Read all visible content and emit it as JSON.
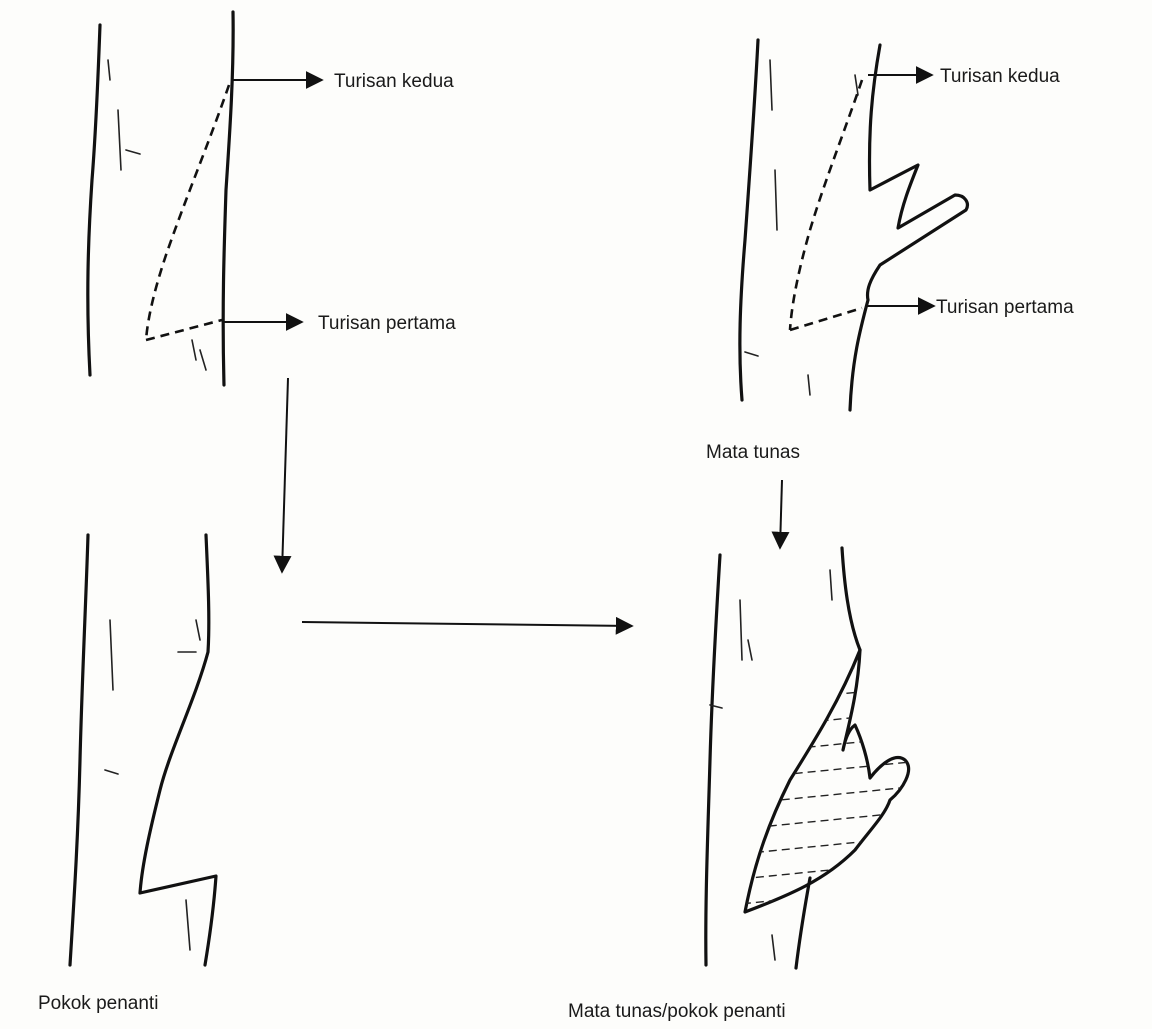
{
  "labels": {
    "cut_second_a": "Turisan kedua",
    "cut_first_a": "Turisan pertama",
    "cut_second_b": "Turisan kedua",
    "cut_first_b": "Turisan pertama",
    "bud_eye": "Mata tunas",
    "rootstock": "Pokok penanti",
    "bud_on_rootstock": "Mata tunas/pokok penanti"
  }
}
